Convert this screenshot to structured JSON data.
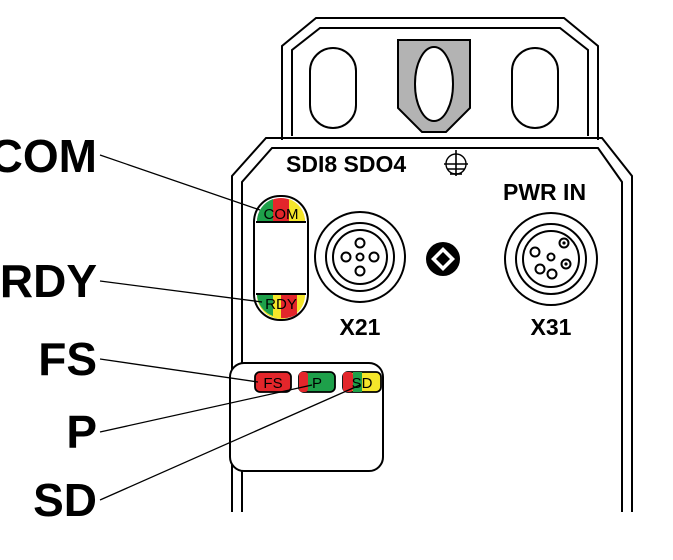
{
  "callouts": {
    "com": "COM",
    "rdy": "RDY",
    "fs": "FS",
    "p": "P",
    "sd": "SD"
  },
  "device": {
    "model": "SDI8 SDO4",
    "power_label": "PWR IN",
    "connector_x21": "X21",
    "connector_x31": "X31"
  },
  "leds": {
    "com": "COM",
    "rdy": "RDY",
    "fs": "FS",
    "p": "P",
    "sd": "SD"
  },
  "icons": {
    "ground": "ground-symbol-icon",
    "network": "network-diamond-icon"
  },
  "colors": {
    "led_red": "#e3262b",
    "led_green": "#1ea04a",
    "led_yellow": "#f5e62a",
    "tab_gray": "#b3b3b3",
    "outline": "#000000"
  }
}
